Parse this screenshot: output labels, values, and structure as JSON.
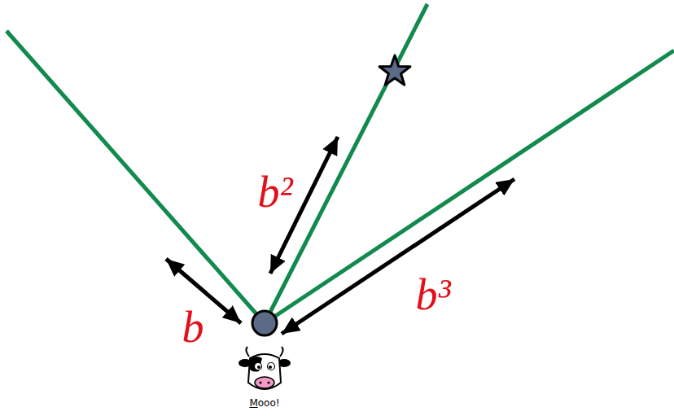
{
  "diagram": {
    "labels": [
      "b",
      "b²",
      "b³",
      "Mooo!"
    ]
  }
}
